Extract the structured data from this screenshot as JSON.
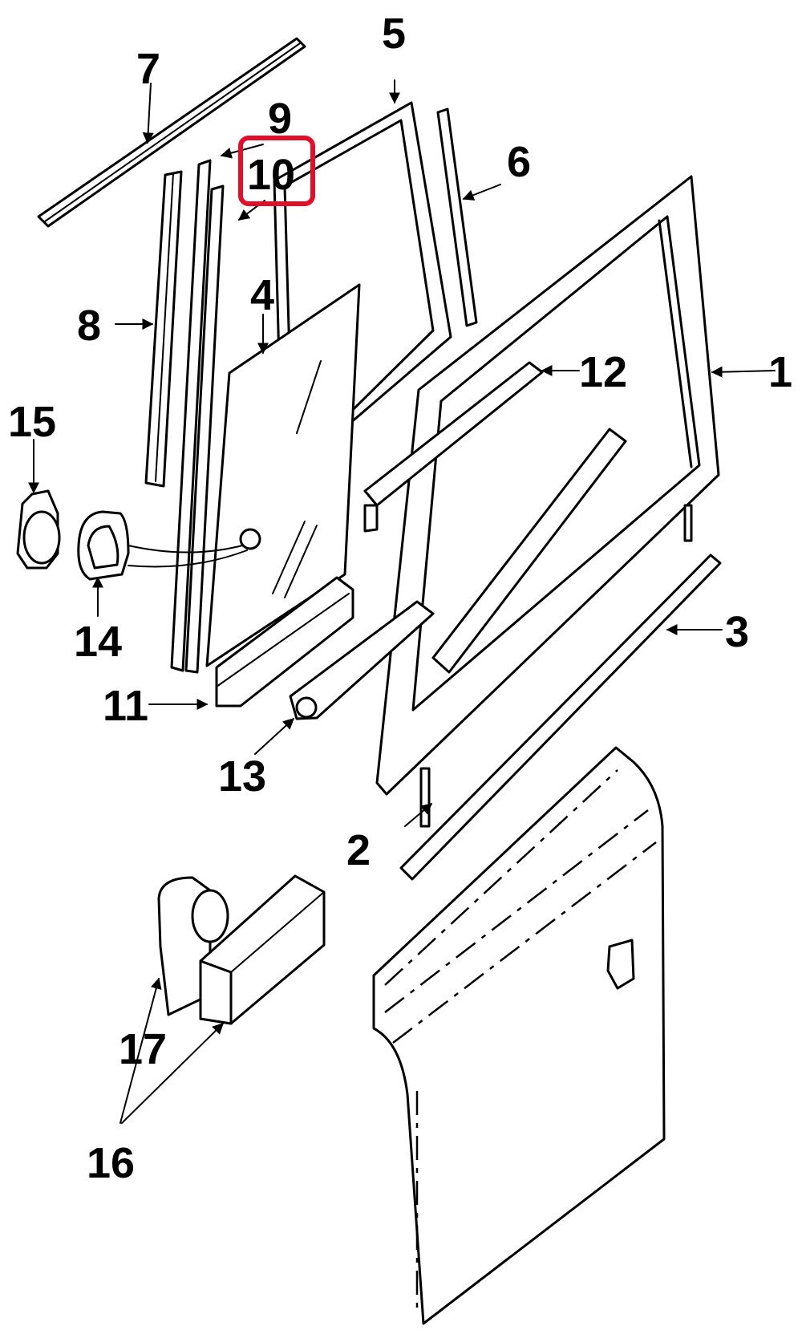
{
  "diagram": {
    "callouts": [
      "1",
      "2",
      "3",
      "4",
      "5",
      "6",
      "7",
      "8",
      "9",
      "10",
      "11",
      "12",
      "13",
      "14",
      "15",
      "16",
      "17"
    ],
    "highlighted_callout": "10",
    "highlight_color": "#e0102a",
    "line_color": "#000000",
    "background": "#ffffff"
  }
}
